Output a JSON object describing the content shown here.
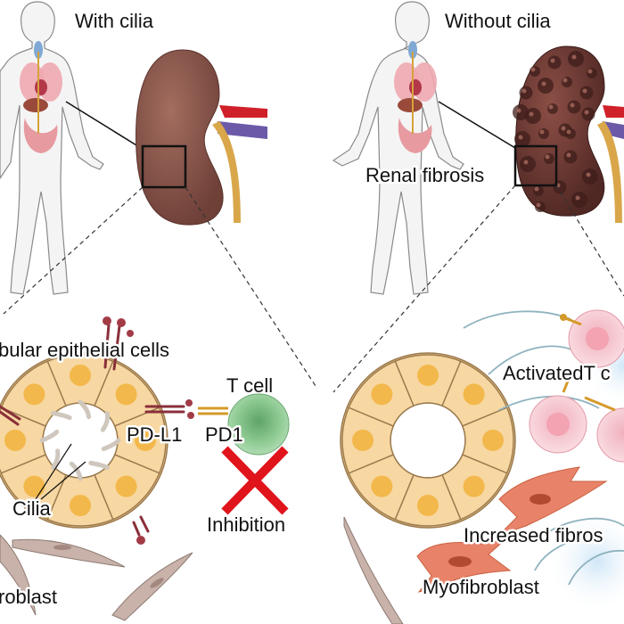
{
  "left_panel": {
    "title": "With cilia",
    "cells_label": "bular epithelial cells",
    "tcell_label": "T cell",
    "pdl1_label": "PD-L1",
    "pd1_label": "PD1",
    "cilia_label": "Cilia",
    "inhibition_label": "Inhibition",
    "fibroblast_label": "roblast"
  },
  "right_panel": {
    "title": "Without cilia",
    "fibrosis_label": "Renal fibrosis",
    "activated_label": "ActivatedT c",
    "increased_label": "Increased fibros",
    "myofibroblast_label": "Myofibroblast"
  },
  "colors": {
    "epithelial_fill": "#f7d7a2",
    "nucleus": "#f2b33c",
    "kidney_healthy": "#8e5a4e",
    "kidney_fibrotic": "#6b3a33",
    "tcell_green": "#7fbf86",
    "tcell_pink": "#f4b8c2",
    "inhibition_x": "#e0141b",
    "receptor": "#8a2f3a",
    "pd1_gold": "#d49a2a",
    "fibroblast": "#c9b2aa",
    "myofibroblast": "#e8836a"
  }
}
